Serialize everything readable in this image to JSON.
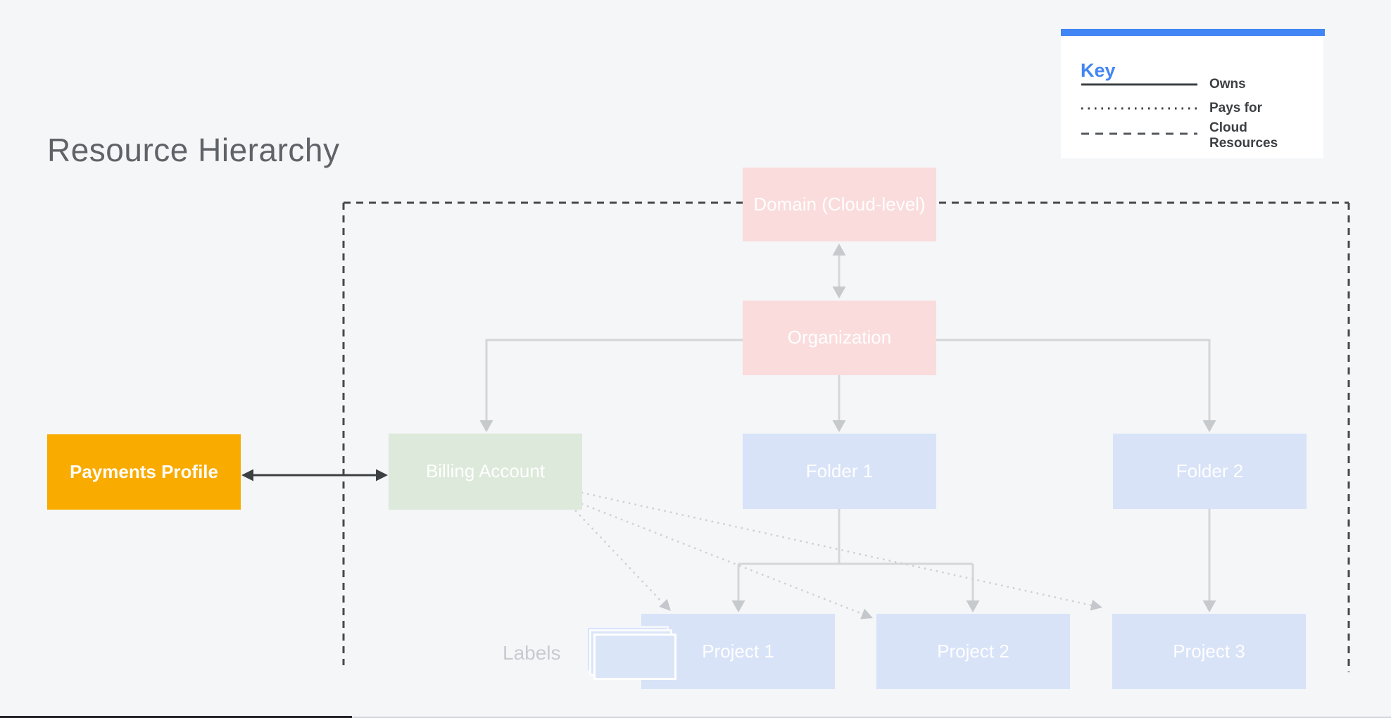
{
  "page": {
    "title": "Resource Hierarchy"
  },
  "legend": {
    "title": "Key",
    "items": [
      {
        "style": "solid",
        "label": "Owns"
      },
      {
        "style": "dotted",
        "label": "Pays for"
      },
      {
        "style": "dashed",
        "label": "Cloud Resources"
      }
    ]
  },
  "nodes": {
    "domain": {
      "label": "Domain (Cloud-level)"
    },
    "organization": {
      "label": "Organization"
    },
    "billing_account": {
      "label": "Billing Account"
    },
    "folder1": {
      "label": "Folder 1"
    },
    "folder2": {
      "label": "Folder 2"
    },
    "project1": {
      "label": "Project 1"
    },
    "project2": {
      "label": "Project 2"
    },
    "project3": {
      "label": "Project 3"
    },
    "payments_profile": {
      "label": "Payments Profile"
    }
  },
  "annotations": {
    "labels_caption": "Labels"
  },
  "colors": {
    "background": "#f5f6f8",
    "legend_accent": "#4285f4",
    "domain_org_fill": "#fadcdc",
    "billing_fill": "#dde9da",
    "folder_project_fill": "#d8e3f8",
    "payments_fill": "#f9ab00",
    "owns_line": "#d4d6d9",
    "pays_for_line": "#ced2d7",
    "cloud_boundary_dash": "#46484b",
    "dark_arrow": "#3c4043",
    "title_text": "#5f6368"
  }
}
